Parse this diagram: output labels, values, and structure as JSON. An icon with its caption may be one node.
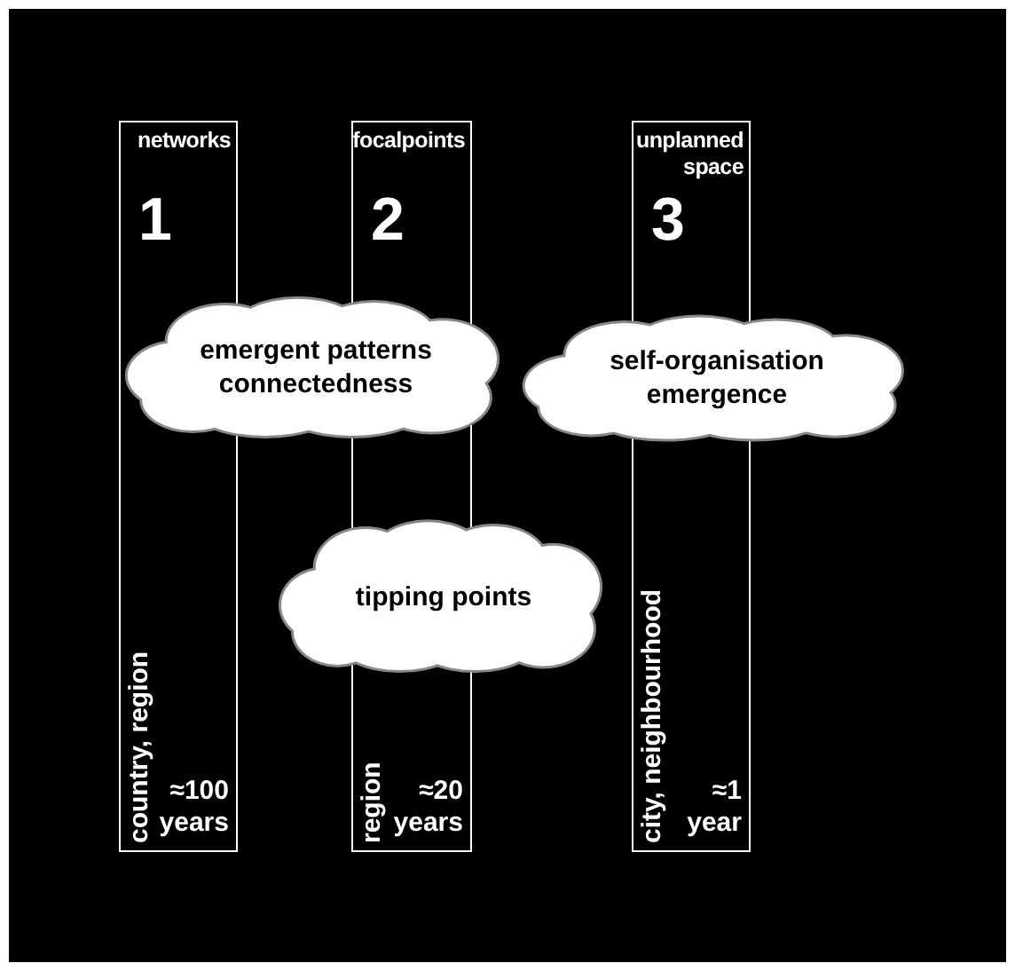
{
  "diagram": {
    "nodes": [
      {
        "text": [
          "networks",
          "1",
          "country, region",
          "≈100 years"
        ]
      },
      {
        "text": [
          "focalpoints",
          "2",
          "region",
          "≈20 years"
        ]
      },
      {
        "text": [
          "unplanned space",
          "3",
          "city, neighbourhood",
          "≈1 year"
        ]
      },
      {
        "text": [
          "emergent patterns connectedness"
        ]
      },
      {
        "text": [
          "self-organisation emergence"
        ]
      },
      {
        "text": [
          "tipping points"
        ]
      }
    ]
  }
}
